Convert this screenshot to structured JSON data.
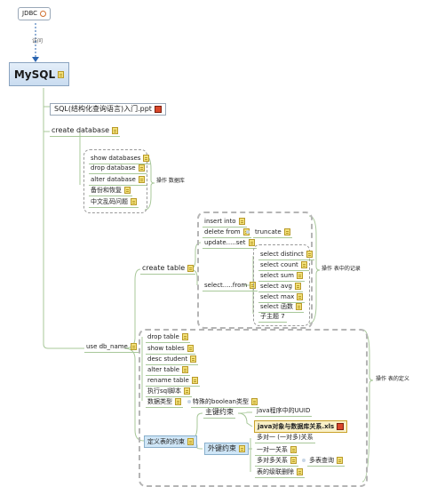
{
  "jdbc": "JDBC",
  "access_label": "访问",
  "mysql": "MySQL",
  "sql_file": "SQL(结构化查询语言)入门.ppt",
  "create_database": "create database",
  "db_ops": [
    "show databases",
    "drop database",
    "alter database",
    "备份和恢复",
    "中文乱码问题"
  ],
  "db_ops_note": "操作 数据库",
  "use_db": "use db_name",
  "create_table": "create table",
  "insert": "insert into",
  "delete": "delete from",
  "truncate": "truncate",
  "update": "update.....set",
  "select_root": "select.....from",
  "select_items": [
    "select distinct",
    "select count",
    "select sum",
    "select avg",
    "select max",
    "select 函数",
    "子主题 7"
  ],
  "records_note": "操作 表中的记录",
  "table_ops": [
    "drop table",
    "show tables",
    "desc student",
    "alter table",
    "rename table",
    "执行sql脚本",
    "数据类型"
  ],
  "boolean_type": "特殊的boolean类型",
  "define_constraints": "定义表的约束",
  "primary_key": "主键约束",
  "uuid": "java程序中的UUID",
  "foreign_key": "外键约束",
  "java_file": "java对象与数据库关系.xls",
  "fk_items": [
    "多对一 (一对多)关系",
    "一对一关系",
    "多对多关系",
    "表的级联删除"
  ],
  "many_query": "多表查询",
  "table_def_note": "操作 表的定义"
}
